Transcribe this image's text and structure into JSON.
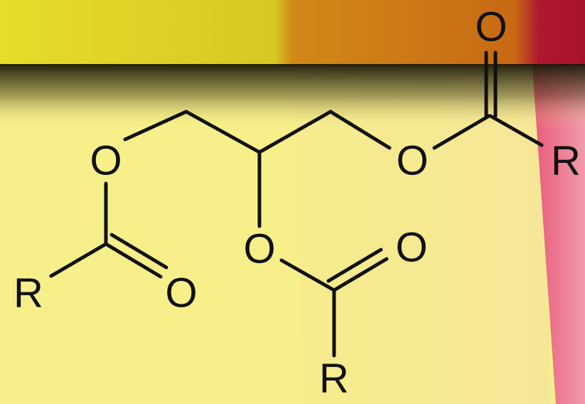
{
  "molecule": {
    "atoms": {
      "o_left": "O",
      "o_left_carbonyl": "O",
      "r_left": "R",
      "o_middle": "O",
      "o_middle_carbonyl": "O",
      "r_bottom": "R",
      "o_right": "O",
      "o_right_carbonyl": "O",
      "r_right": "R"
    }
  },
  "colors": {
    "background_yellow": "#f7ef8a",
    "top_band_yellow": "#d8c822",
    "top_band_orange": "#d07818",
    "top_band_red": "#b01830",
    "right_pink": "#ef8ea0",
    "bond_black": "#111111"
  }
}
